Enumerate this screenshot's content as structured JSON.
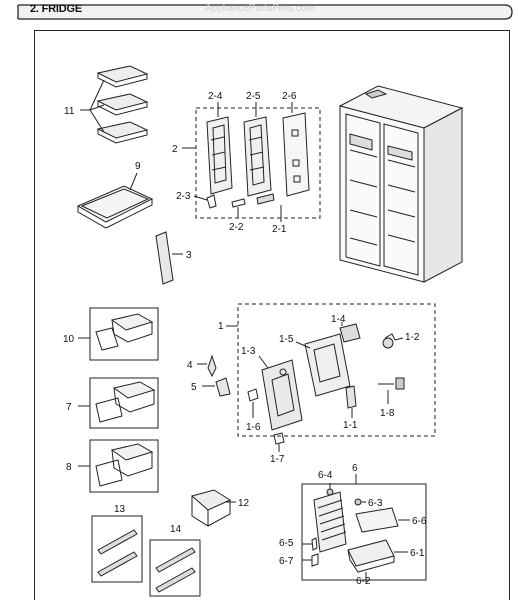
{
  "header": {
    "section_title": "2. FRIDGE",
    "watermark": "AppliancePartsPros.com"
  },
  "callouts": {
    "c1": "1",
    "c1_1": "1-1",
    "c1_2": "1-2",
    "c1_3": "1-3",
    "c1_4": "1-4",
    "c1_5": "1-5",
    "c1_6": "1-6",
    "c1_7": "1-7",
    "c1_8": "1-8",
    "c2": "2",
    "c2_1": "2-1",
    "c2_2": "2-2",
    "c2_3": "2-3",
    "c2_4": "2-4",
    "c2_5": "2-5",
    "c2_6": "2-6",
    "c3": "3",
    "c4": "4",
    "c5": "5",
    "c6": "6",
    "c6_1": "6-1",
    "c6_2": "6-2",
    "c6_3": "6-3",
    "c6_4": "6-4",
    "c6_5": "6-5",
    "c6_6": "6-6",
    "c6_7": "6-7",
    "c7": "7",
    "c8": "8",
    "c9": "9",
    "c10": "10",
    "c11": "11",
    "c12": "12",
    "c13": "13",
    "c14": "14"
  }
}
